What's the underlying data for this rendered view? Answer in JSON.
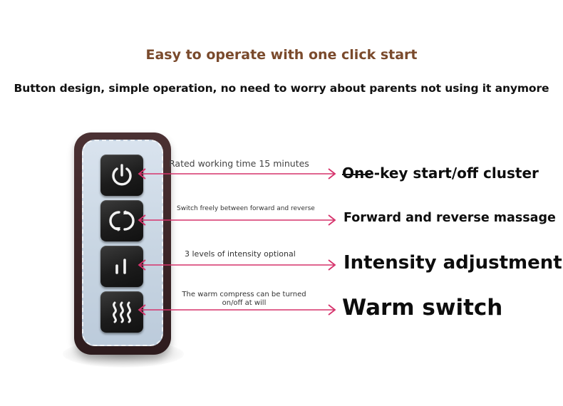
{
  "header": {
    "title": "Easy to operate with one click start",
    "subtitle": "Button design, simple operation, no need to worry about parents not using it anymore"
  },
  "colors": {
    "title": "#7a4a2c",
    "arrow": "#d6336c",
    "remote_frame": "#3a2426",
    "remote_panel": "#c9d6e3",
    "button": "#1c1c1c"
  },
  "remote": {
    "buttons": [
      {
        "icon": "power-icon"
      },
      {
        "icon": "cycle-arrows-icon"
      },
      {
        "icon": "intensity-bars-icon"
      },
      {
        "icon": "heat-waves-icon"
      }
    ]
  },
  "features": [
    {
      "note": "Rated working time 15 minutes",
      "label": "One-key start/off cluster"
    },
    {
      "note": "Switch freely between forward and reverse",
      "label": "Forward and reverse massage"
    },
    {
      "note": "3 levels of intensity optional",
      "label": "Intensity adjustment"
    },
    {
      "note": "The warm compress can be turned on/off at will",
      "label": "Warm switch"
    }
  ]
}
